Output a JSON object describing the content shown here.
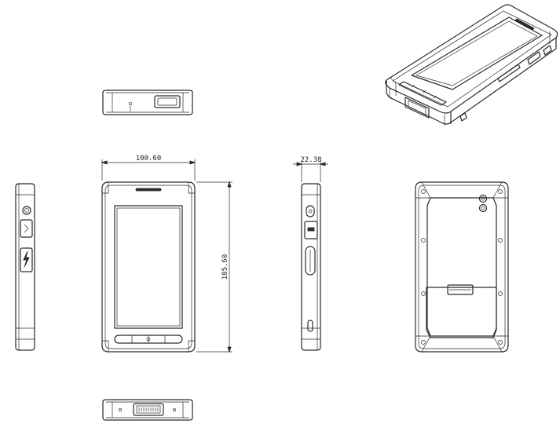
{
  "dimensions": {
    "width": "100.60",
    "height": "185.60",
    "depth": "22.38"
  },
  "colors": {
    "line": "#2a2a2a",
    "background": "#ffffff"
  }
}
